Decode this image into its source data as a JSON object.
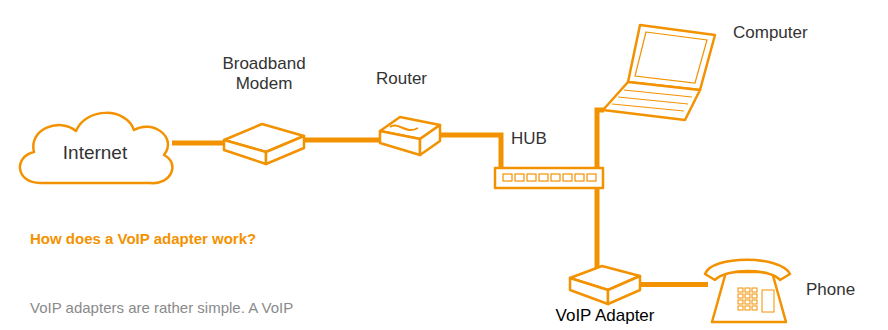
{
  "diagram": {
    "nodes": [
      {
        "text": [
          "Internet"
        ]
      },
      {
        "text": [
          "Broadband Modem"
        ]
      },
      {
        "text": [
          "Router"
        ]
      },
      {
        "text": [
          "HUB"
        ]
      },
      {
        "text": [
          "Computer"
        ]
      },
      {
        "text": [
          "VoIP Adapter"
        ]
      },
      {
        "text": [
          "Phone"
        ]
      }
    ],
    "edges": [
      {
        "from": 0,
        "to": 1,
        "arrow": "none"
      },
      {
        "from": 1,
        "to": 2,
        "arrow": "none"
      },
      {
        "from": 2,
        "to": 3,
        "arrow": "none"
      },
      {
        "from": 3,
        "to": 4,
        "arrow": "none"
      },
      {
        "from": 3,
        "to": 5,
        "arrow": "none"
      },
      {
        "from": 5,
        "to": 6,
        "arrow": "none"
      }
    ],
    "labels": [
      "How does a VoIP adapter work?",
      "VoIP adapters are rather simple. A VoIP"
    ]
  }
}
